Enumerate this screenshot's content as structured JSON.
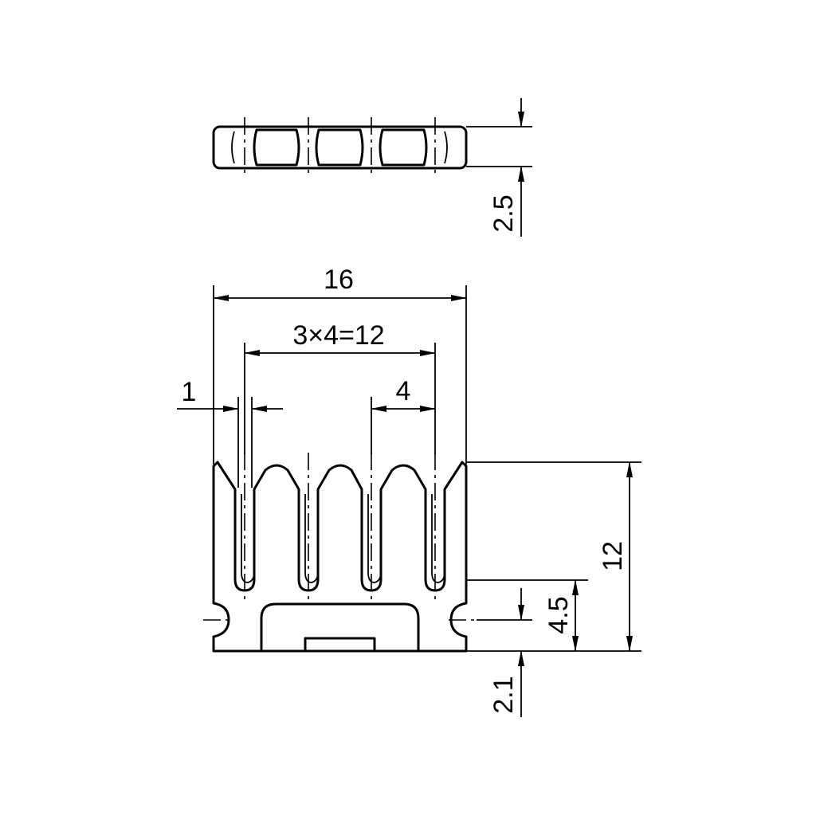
{
  "drawing": {
    "dimensions": {
      "thickness": "2.5",
      "overall_width": "16",
      "pitch_total": "3×4=12",
      "slot_width": "1",
      "pitch": "4",
      "overall_height": "12",
      "base_height": "4.5",
      "notch_offset": "2.1"
    }
  }
}
